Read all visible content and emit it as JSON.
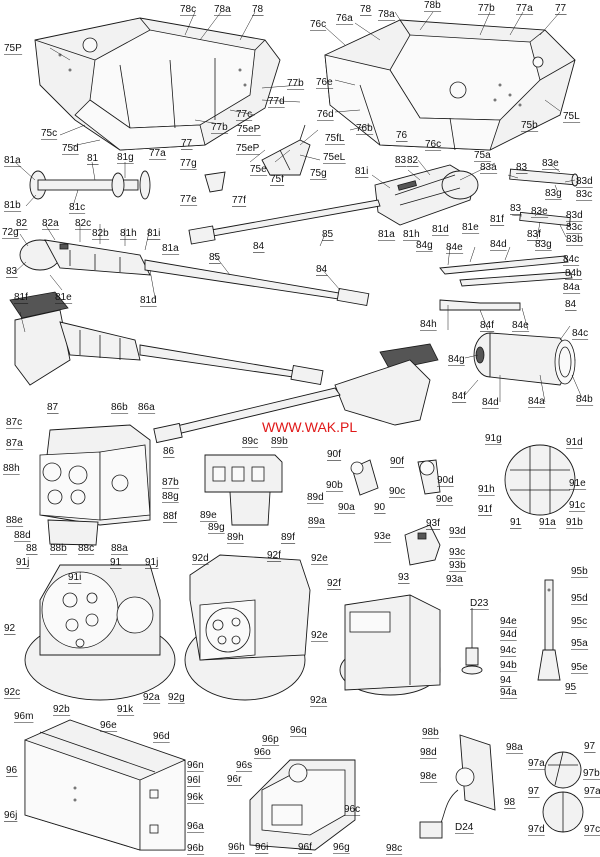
{
  "website": "WWW.WAK.PL",
  "colors": {
    "ink": "#1a1a1a",
    "website_text": "#e01818",
    "background": "#ffffff"
  },
  "labels": [
    {
      "id": "l0",
      "text": "78c"
    },
    {
      "id": "l1",
      "text": "78a"
    },
    {
      "id": "l2",
      "text": "78"
    },
    {
      "id": "l3",
      "text": "75P"
    },
    {
      "id": "l4",
      "text": "77b"
    },
    {
      "id": "l5",
      "text": "77d"
    },
    {
      "id": "l6",
      "text": "77c"
    },
    {
      "id": "l7",
      "text": "75c"
    },
    {
      "id": "l8",
      "text": "77b"
    },
    {
      "id": "l9",
      "text": "75d"
    },
    {
      "id": "l10",
      "text": "77a"
    },
    {
      "id": "l11",
      "text": "77"
    },
    {
      "id": "l12",
      "text": "75eP"
    },
    {
      "id": "l13",
      "text": "75eP"
    },
    {
      "id": "l14",
      "text": "75e"
    },
    {
      "id": "l15",
      "text": "75f"
    },
    {
      "id": "l16",
      "text": "75g"
    },
    {
      "id": "l17",
      "text": "75fL"
    },
    {
      "id": "l18",
      "text": "75eL"
    },
    {
      "id": "l19",
      "text": "78"
    },
    {
      "id": "l20",
      "text": "78a"
    },
    {
      "id": "l21",
      "text": "78b"
    },
    {
      "id": "l22",
      "text": "77b"
    },
    {
      "id": "l23",
      "text": "77a"
    },
    {
      "id": "l24",
      "text": "77"
    },
    {
      "id": "l25",
      "text": "76c"
    },
    {
      "id": "l26",
      "text": "76a"
    },
    {
      "id": "l27",
      "text": "76e"
    },
    {
      "id": "l28",
      "text": "76d"
    },
    {
      "id": "l29",
      "text": "75L"
    },
    {
      "id": "l30",
      "text": "76b"
    },
    {
      "id": "l31",
      "text": "76"
    },
    {
      "id": "l32",
      "text": "76c"
    },
    {
      "id": "l33",
      "text": "75b"
    },
    {
      "id": "l34",
      "text": "75a"
    },
    {
      "id": "l35",
      "text": "81a"
    },
    {
      "id": "l36",
      "text": "81"
    },
    {
      "id": "l37",
      "text": "81g"
    },
    {
      "id": "l38",
      "text": "81b"
    },
    {
      "id": "l39",
      "text": "81c"
    },
    {
      "id": "l40",
      "text": "77g"
    },
    {
      "id": "l41",
      "text": "77e"
    },
    {
      "id": "l42",
      "text": "77f"
    },
    {
      "id": "l43",
      "text": "83"
    },
    {
      "id": "l44",
      "text": "82"
    },
    {
      "id": "l45",
      "text": "81i"
    },
    {
      "id": "l46",
      "text": "83a"
    },
    {
      "id": "l47",
      "text": "83"
    },
    {
      "id": "l48",
      "text": "83e"
    },
    {
      "id": "l49",
      "text": "83d"
    },
    {
      "id": "l50",
      "text": "83g"
    },
    {
      "id": "l51",
      "text": "83c"
    },
    {
      "id": "l52",
      "text": "81f"
    },
    {
      "id": "l53",
      "text": "81e"
    },
    {
      "id": "l54",
      "text": "81d"
    },
    {
      "id": "l55",
      "text": "81h"
    },
    {
      "id": "l56",
      "text": "81a"
    },
    {
      "id": "l57",
      "text": "84"
    },
    {
      "id": "l58",
      "text": "85"
    },
    {
      "id": "l59",
      "text": "83"
    },
    {
      "id": "l60",
      "text": "83e"
    },
    {
      "id": "l61",
      "text": "83d"
    },
    {
      "id": "l62",
      "text": "83f"
    },
    {
      "id": "l63",
      "text": "83c"
    },
    {
      "id": "l64",
      "text": "83g"
    },
    {
      "id": "l65",
      "text": "83b"
    },
    {
      "id": "l66",
      "text": "82"
    },
    {
      "id": "l67",
      "text": "82a"
    },
    {
      "id": "l68",
      "text": "82c"
    },
    {
      "id": "l69",
      "text": "72g"
    },
    {
      "id": "l70",
      "text": "82b"
    },
    {
      "id": "l71",
      "text": "81h"
    },
    {
      "id": "l72",
      "text": "81i"
    },
    {
      "id": "l73",
      "text": "81a"
    },
    {
      "id": "l74",
      "text": "83"
    },
    {
      "id": "l75",
      "text": "81e"
    },
    {
      "id": "l76",
      "text": "85"
    },
    {
      "id": "l77",
      "text": "84"
    },
    {
      "id": "l78",
      "text": "81d"
    },
    {
      "id": "l79",
      "text": "81f"
    },
    {
      "id": "l80",
      "text": "84g"
    },
    {
      "id": "l81",
      "text": "84e"
    },
    {
      "id": "l82",
      "text": "84d"
    },
    {
      "id": "l83",
      "text": "84c"
    },
    {
      "id": "l84",
      "text": "84b"
    },
    {
      "id": "l85",
      "text": "84a"
    },
    {
      "id": "l86",
      "text": "84"
    },
    {
      "id": "l87",
      "text": "84h"
    },
    {
      "id": "l88",
      "text": "84f"
    },
    {
      "id": "l89",
      "text": "84e"
    },
    {
      "id": "l90",
      "text": "84c"
    },
    {
      "id": "l91",
      "text": "84g"
    },
    {
      "id": "l92",
      "text": "84f"
    },
    {
      "id": "l93",
      "text": "84d"
    },
    {
      "id": "l94",
      "text": "84a"
    },
    {
      "id": "l95",
      "text": "84b"
    },
    {
      "id": "l96",
      "text": "87"
    },
    {
      "id": "l97",
      "text": "86b"
    },
    {
      "id": "l98",
      "text": "86a"
    },
    {
      "id": "l99",
      "text": "87c"
    },
    {
      "id": "l100",
      "text": "87a"
    },
    {
      "id": "l101",
      "text": "86"
    },
    {
      "id": "l102",
      "text": "88h"
    },
    {
      "id": "l103",
      "text": "87b"
    },
    {
      "id": "l104",
      "text": "88g"
    },
    {
      "id": "l105",
      "text": "88e"
    },
    {
      "id": "l106",
      "text": "88f"
    },
    {
      "id": "l107",
      "text": "88d"
    },
    {
      "id": "l108",
      "text": "88"
    },
    {
      "id": "l109",
      "text": "88b"
    },
    {
      "id": "l110",
      "text": "88c"
    },
    {
      "id": "l111",
      "text": "88a"
    },
    {
      "id": "l112",
      "text": "89c"
    },
    {
      "id": "l113",
      "text": "89b"
    },
    {
      "id": "l114",
      "text": "89d"
    },
    {
      "id": "l115",
      "text": "89e"
    },
    {
      "id": "l116",
      "text": "89a"
    },
    {
      "id": "l117",
      "text": "89g"
    },
    {
      "id": "l118",
      "text": "89h"
    },
    {
      "id": "l119",
      "text": "89f"
    },
    {
      "id": "l120",
      "text": "90f"
    },
    {
      "id": "l121",
      "text": "90f"
    },
    {
      "id": "l122",
      "text": "90d"
    },
    {
      "id": "l123",
      "text": "90b"
    },
    {
      "id": "l124",
      "text": "90c"
    },
    {
      "id": "l125",
      "text": "90e"
    },
    {
      "id": "l126",
      "text": "90a"
    },
    {
      "id": "l127",
      "text": "90"
    },
    {
      "id": "l128",
      "text": "91g"
    },
    {
      "id": "l129",
      "text": "91d"
    },
    {
      "id": "l130",
      "text": "91h"
    },
    {
      "id": "l131",
      "text": "91e"
    },
    {
      "id": "l132",
      "text": "91c"
    },
    {
      "id": "l133",
      "text": "91f"
    },
    {
      "id": "l134",
      "text": "91"
    },
    {
      "id": "l135",
      "text": "91a"
    },
    {
      "id": "l136",
      "text": "91b"
    },
    {
      "id": "l137",
      "text": "93f"
    },
    {
      "id": "l138",
      "text": "93e"
    },
    {
      "id": "l139",
      "text": "93d"
    },
    {
      "id": "l140",
      "text": "93c"
    },
    {
      "id": "l141",
      "text": "93b"
    },
    {
      "id": "l142",
      "text": "93"
    },
    {
      "id": "l143",
      "text": "93a"
    },
    {
      "id": "l144",
      "text": "91j"
    },
    {
      "id": "l145",
      "text": "91"
    },
    {
      "id": "l146",
      "text": "91j"
    },
    {
      "id": "l147",
      "text": "91i"
    },
    {
      "id": "l148",
      "text": "92d"
    },
    {
      "id": "l149",
      "text": "92f"
    },
    {
      "id": "l150",
      "text": "92e"
    },
    {
      "id": "l151",
      "text": "92f"
    },
    {
      "id": "l152",
      "text": "95b"
    },
    {
      "id": "l153",
      "text": "95d"
    },
    {
      "id": "l154",
      "text": "D23"
    },
    {
      "id": "l155",
      "text": "94e"
    },
    {
      "id": "l156",
      "text": "95c"
    },
    {
      "id": "l157",
      "text": "94d"
    },
    {
      "id": "l158",
      "text": "95a"
    },
    {
      "id": "l159",
      "text": "92"
    },
    {
      "id": "l160",
      "text": "92e"
    },
    {
      "id": "l161",
      "text": "94c"
    },
    {
      "id": "l162",
      "text": "94b"
    },
    {
      "id": "l163",
      "text": "95e"
    },
    {
      "id": "l164",
      "text": "94"
    },
    {
      "id": "l165",
      "text": "95"
    },
    {
      "id": "l166",
      "text": "94a"
    },
    {
      "id": "l167",
      "text": "92c"
    },
    {
      "id": "l168",
      "text": "92a"
    },
    {
      "id": "l169",
      "text": "92g"
    },
    {
      "id": "l170",
      "text": "92a"
    },
    {
      "id": "l171",
      "text": "92b"
    },
    {
      "id": "l172",
      "text": "91k"
    },
    {
      "id": "l173",
      "text": "96m"
    },
    {
      "id": "l174",
      "text": "96e"
    },
    {
      "id": "l175",
      "text": "96d"
    },
    {
      "id": "l176",
      "text": "96n"
    },
    {
      "id": "l177",
      "text": "96"
    },
    {
      "id": "l178",
      "text": "96l"
    },
    {
      "id": "l179",
      "text": "96k"
    },
    {
      "id": "l180",
      "text": "96j"
    },
    {
      "id": "l181",
      "text": "96a"
    },
    {
      "id": "l182",
      "text": "96b"
    },
    {
      "id": "l183",
      "text": "96q"
    },
    {
      "id": "l184",
      "text": "96p"
    },
    {
      "id": "l185",
      "text": "96o"
    },
    {
      "id": "l186",
      "text": "96s"
    },
    {
      "id": "l187",
      "text": "96r"
    },
    {
      "id": "l188",
      "text": "96c"
    },
    {
      "id": "l189",
      "text": "96h"
    },
    {
      "id": "l190",
      "text": "96i"
    },
    {
      "id": "l191",
      "text": "96f"
    },
    {
      "id": "l192",
      "text": "96g"
    },
    {
      "id": "l193",
      "text": "98b"
    },
    {
      "id": "l194",
      "text": "98a"
    },
    {
      "id": "l195",
      "text": "98d"
    },
    {
      "id": "l196",
      "text": "98e"
    },
    {
      "id": "l197",
      "text": "98"
    },
    {
      "id": "l198",
      "text": "98c"
    },
    {
      "id": "l199",
      "text": "D24"
    },
    {
      "id": "l200",
      "text": "97"
    },
    {
      "id": "l201",
      "text": "97a"
    },
    {
      "id": "l202",
      "text": "97b"
    },
    {
      "id": "l203",
      "text": "97"
    },
    {
      "id": "l204",
      "text": "97a"
    },
    {
      "id": "l205",
      "text": "97d"
    },
    {
      "id": "l206",
      "text": "97c"
    }
  ]
}
